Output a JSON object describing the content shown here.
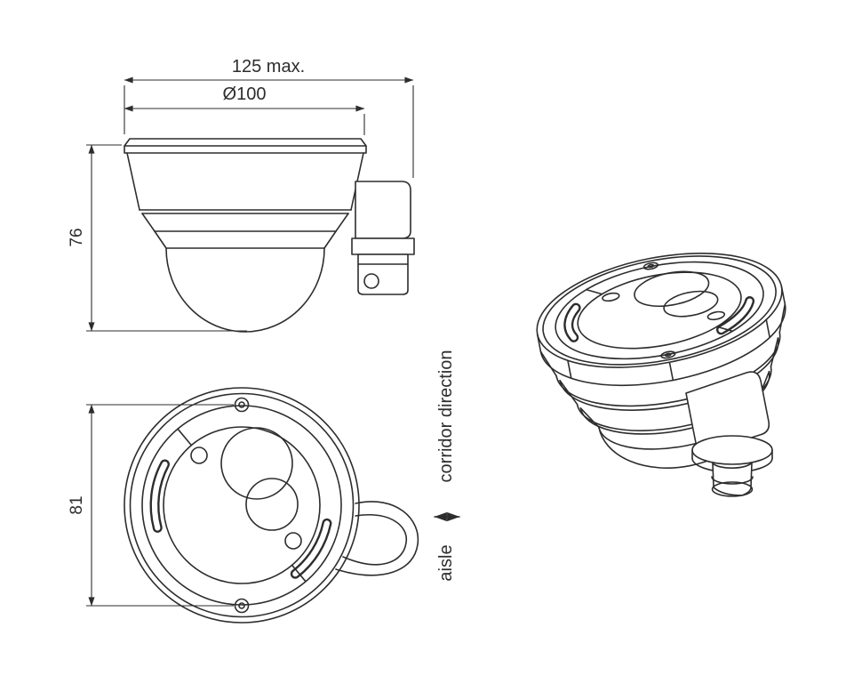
{
  "page": {
    "background": "#ffffff",
    "line_color": "#2d2d2d"
  },
  "dimensions": {
    "overall_width": "125 max.",
    "head_diameter": "Ø100",
    "height": "76",
    "mount_spacing": "81"
  },
  "annotations": {
    "corridor_direction": "corridor direction",
    "aisle": "aisle"
  }
}
